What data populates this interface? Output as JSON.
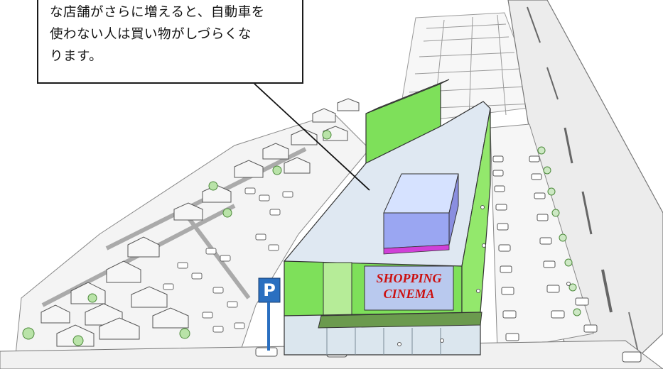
{
  "callout": {
    "text": "な店舗がさらに増えると、自動車を\n使わない人は買い物がしづらくな\nります。"
  },
  "parking_sign": {
    "letter": "P"
  },
  "billboard": {
    "line1": "SHOPPING",
    "line2": "CINEMA"
  },
  "colors": {
    "building_green": "#7ee05a",
    "roof": "#dfe8f2",
    "annex_top": "#d6e2ff",
    "annex_side": "#9aa6f2",
    "annex_stripe": "#d040d8",
    "billboard_bg": "#b9c9ee",
    "billboard_text": "#cc1010",
    "sign_blue": "#2a6fc0"
  },
  "icons": [
    "house-icon",
    "car-icon",
    "tree-icon",
    "person-icon",
    "parking-sign-icon"
  ]
}
